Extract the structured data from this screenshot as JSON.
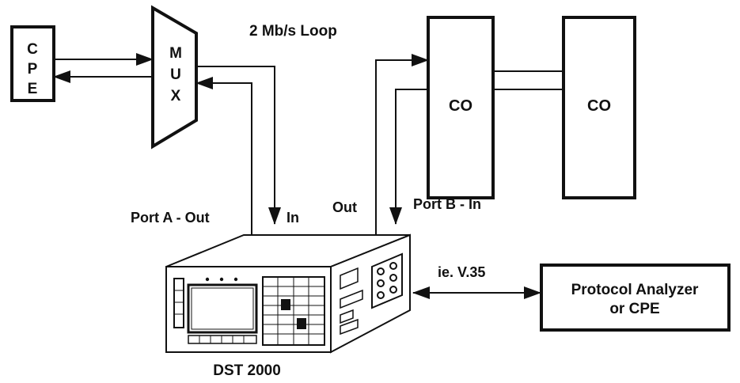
{
  "labels": {
    "cpe_letters": [
      "C",
      "P",
      "E"
    ],
    "mux_letters": [
      "M",
      "U",
      "X"
    ],
    "loop": "2 Mb/s Loop",
    "co_left": "CO",
    "co_right": "CO",
    "port_a_out": "Port A - Out",
    "in": "In",
    "out": "Out",
    "port_b_in": "Port B - In",
    "interface": "ie. V.35",
    "analyzer_line1": "Protocol Analyzer",
    "analyzer_line2": "or CPE",
    "device": "DST 2000"
  },
  "colors": {
    "ink": "#111111",
    "background": "#ffffff"
  }
}
